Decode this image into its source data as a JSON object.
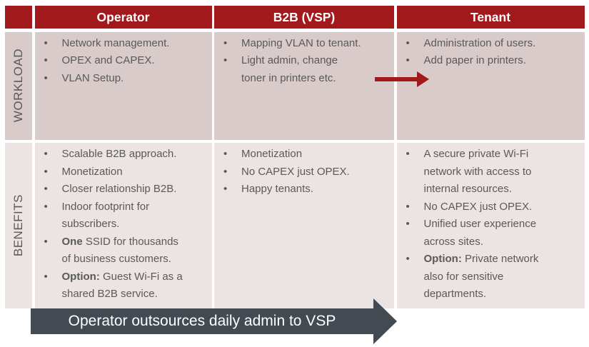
{
  "colors": {
    "header_red": "#a2191c",
    "arrow_red": "#a2191c",
    "workload_bg": "#d8cbca",
    "benefits_bg": "#ebe4e3",
    "body_text": "#595959",
    "header_text": "#ffffff",
    "banner_bg": "#434a52",
    "banner_text": "#ffffff"
  },
  "icons": {
    "workload_handover_arrow": "right-arrow",
    "banner_arrow": "right-arrow"
  },
  "table": {
    "row_labels": [
      "WORKLOAD",
      "BENEFITS"
    ],
    "columns": [
      {
        "header": "Operator",
        "workload": [
          "Network management.",
          "OPEX and CAPEX.",
          "VLAN Setup."
        ],
        "benefits": [
          "Scalable B2B approach.",
          "Monetization",
          "Closer relationship B2B.",
          "Indoor footprint for\nsubscribers.",
          "**One** SSID for thousands\nof business customers.",
          "**Option:** Guest Wi-Fi as a\nshared B2B service."
        ]
      },
      {
        "header": "B2B (VSP)",
        "workload": [
          "Mapping VLAN to tenant.",
          "Light admin, change\ntoner in printers etc."
        ],
        "benefits": [
          "Monetization",
          "No CAPEX just OPEX.",
          "Happy tenants."
        ]
      },
      {
        "header": "Tenant",
        "workload": [
          "Administration of users.",
          "Add paper in printers."
        ],
        "benefits": [
          "A secure private Wi-Fi\nnetwork with access to\ninternal resources.",
          "No CAPEX just OPEX.",
          "Unified user experience\nacross sites.",
          "**Option:** Private network\nalso for sensitive\ndepartments."
        ]
      }
    ]
  },
  "banner": {
    "label": "Operator outsources daily admin to VSP"
  }
}
